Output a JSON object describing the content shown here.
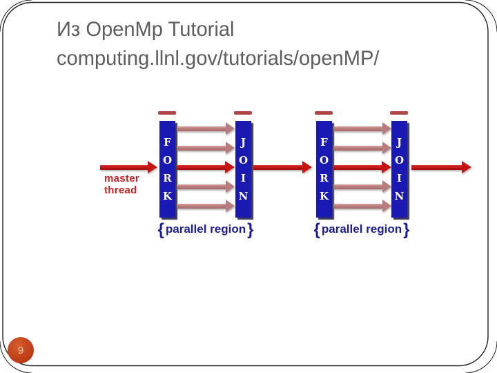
{
  "title": {
    "line1": "Из OpenMp Tutorial",
    "line2": "computing.llnl.gov/tutorials/openMP/"
  },
  "page_number": "9",
  "diagram": {
    "master_label_line1": "master",
    "master_label_line2": "thread",
    "fork_label": "FORK",
    "join_label": "JOIN",
    "region_brace_open": "{",
    "region_text": "parallel region",
    "region_brace_close": "}"
  },
  "colors": {
    "title_text": "#5d5d5d",
    "bar_blue": "#1a1ab2",
    "master_thread_red": "#c41414",
    "worker_thread_salmon": "#b87c7c",
    "region_label_navy": "#1c1c9a",
    "master_label_red": "#cc2020",
    "page_badge_orange": "#c2401a",
    "border_line": "#1f1f1f"
  }
}
